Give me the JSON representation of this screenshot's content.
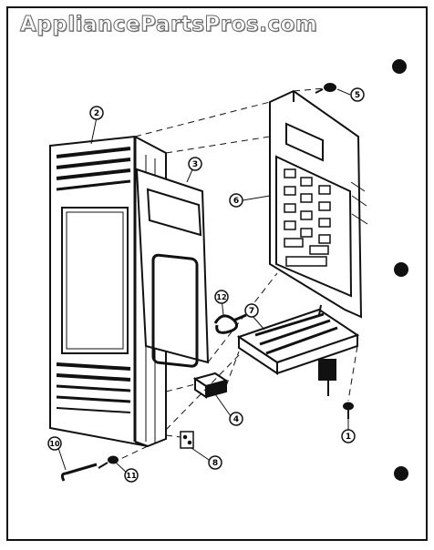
{
  "watermark": "AppliancePartsPros.com",
  "callouts": [
    {
      "id": "c2",
      "label": "2"
    },
    {
      "id": "c3",
      "label": "3"
    },
    {
      "id": "c5",
      "label": "5"
    },
    {
      "id": "c6",
      "label": "6"
    },
    {
      "id": "c7",
      "label": "7"
    },
    {
      "id": "c12",
      "label": "12"
    },
    {
      "id": "c4",
      "label": "4"
    },
    {
      "id": "c1",
      "label": "1"
    },
    {
      "id": "c8",
      "label": "8"
    },
    {
      "id": "c10",
      "label": "10"
    },
    {
      "id": "c11",
      "label": "11"
    }
  ]
}
